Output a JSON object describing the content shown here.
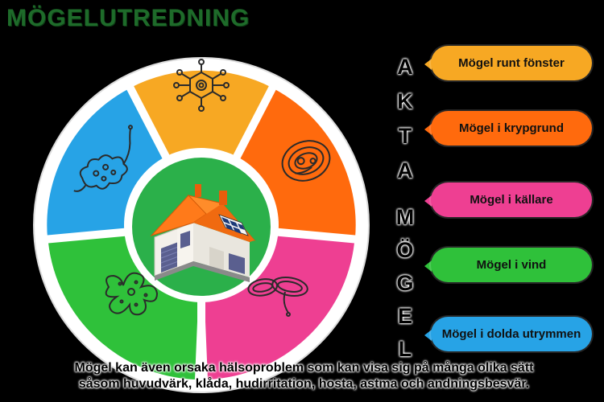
{
  "title": "MÖGELUTREDNING",
  "vertical_word_1": [
    "A",
    "K",
    "T",
    "A"
  ],
  "vertical_word_2": [
    "M",
    "Ö",
    "G",
    "E",
    "L"
  ],
  "items": [
    {
      "label": "Mögel runt fönster",
      "color": "#f7a823"
    },
    {
      "label": "Mögel i krypgrund",
      "color": "#ff6a0d"
    },
    {
      "label": "Mögel i källare",
      "color": "#ee3f92"
    },
    {
      "label": "Mögel i vind",
      "color": "#2fc13a"
    },
    {
      "label": "Mögel i dolda utrymmen",
      "color": "#27a3e6"
    }
  ],
  "wheel_colors": {
    "top": "#f7a823",
    "right": "#ff6a0d",
    "bottom_right": "#ee3f92",
    "bottom_left": "#2fc13a",
    "left": "#27a3e6",
    "center": "#2bb04a"
  },
  "icons": [
    "virus-icon",
    "spore-icon",
    "mold-strand-icon",
    "amoeba-icon",
    "bacteria-icon"
  ],
  "footer": {
    "line1": "Mögel kan även orsaka hälsoproblem som kan visa sig på många olika sätt",
    "line2": "såsom huvudvärk, klåda, hudirritation, hosta, astma och andningsbesvär."
  }
}
